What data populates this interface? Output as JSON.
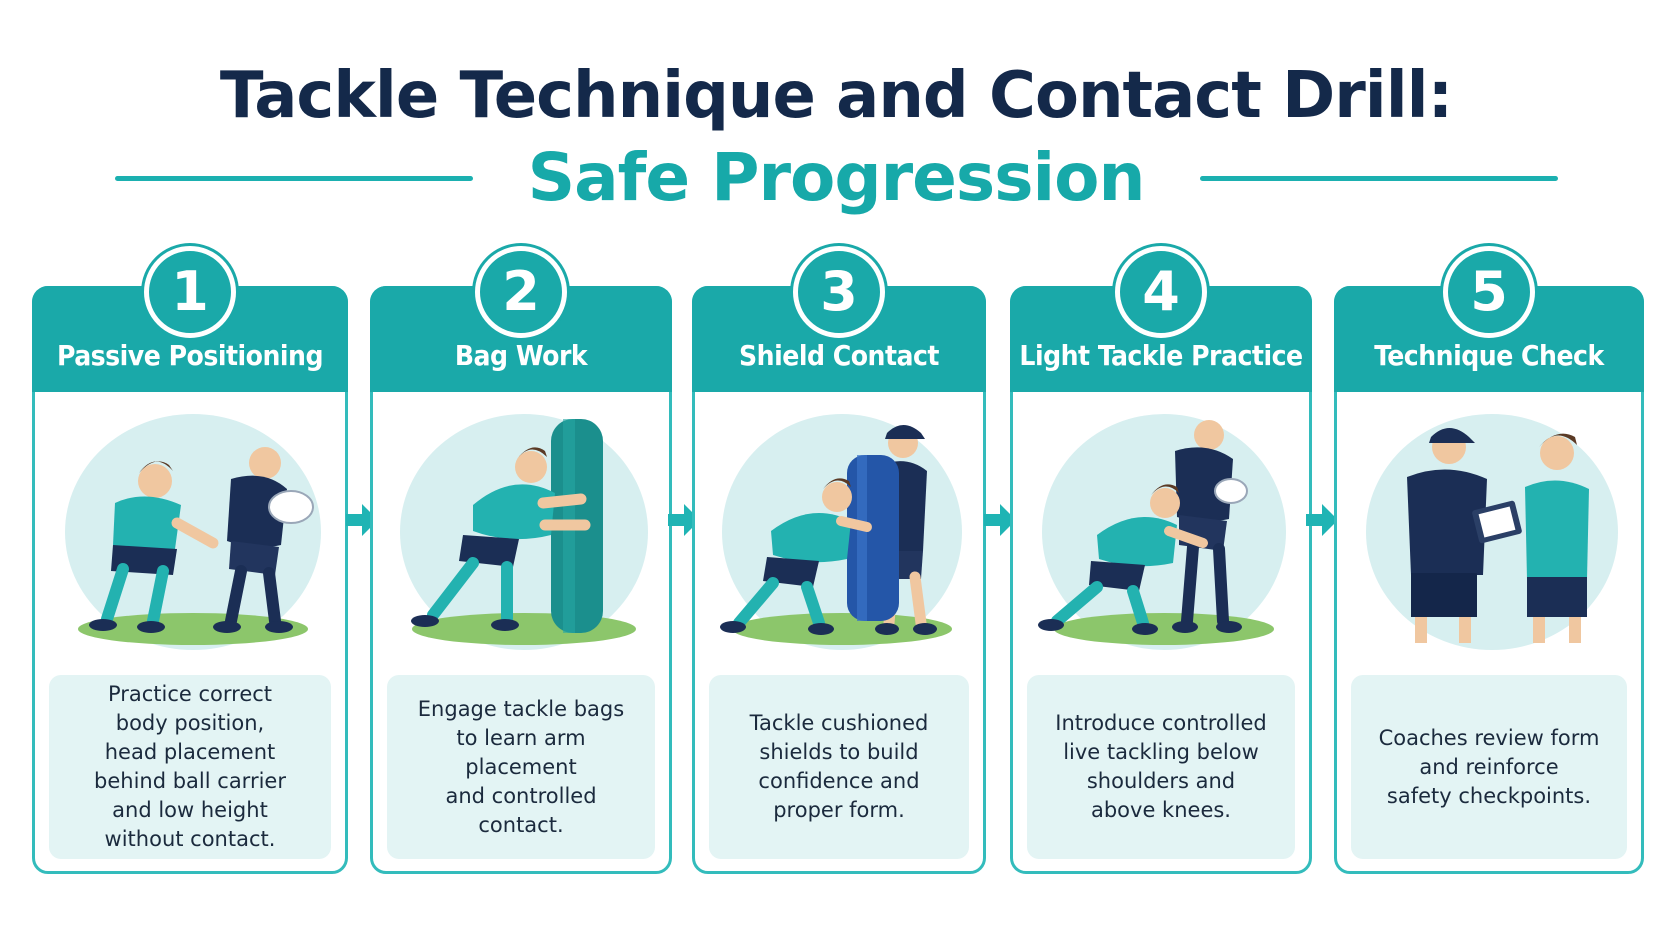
{
  "title": {
    "line1": "Tackle Technique and Contact Drill:",
    "line2": "Safe Progression"
  },
  "colors": {
    "teal": "#1aa9a9",
    "navy": "#14294a",
    "panel": "#e3f4f4",
    "circle": "#d7eff0",
    "grass": "#7fbf5f"
  },
  "steps": [
    {
      "number": "1",
      "title": "Passive Positioning",
      "description": "Practice correct\nbody position,\nhead placement\nbehind ball carrier\nand low height\nwithout contact.",
      "illustration": "two-players-positioning"
    },
    {
      "number": "2",
      "title": "Bag Work",
      "description": "Engage tackle bags\nto learn arm placement\nand controlled\ncontact.",
      "illustration": "player-tackle-bag"
    },
    {
      "number": "3",
      "title": "Shield Contact",
      "description": "Tackle cushioned\nshields to build\nconfidence and\nproper form.",
      "illustration": "player-hitting-shield"
    },
    {
      "number": "4",
      "title": "Light Tackle Practice",
      "description": "Introduce controlled\nlive tackling below\nshoulders and\nabove knees.",
      "illustration": "player-light-tackle"
    },
    {
      "number": "5",
      "title": "Technique Check",
      "description": "Coaches review form\nand reinforce\nsafety checkpoints.",
      "illustration": "coach-with-clipboard"
    }
  ]
}
